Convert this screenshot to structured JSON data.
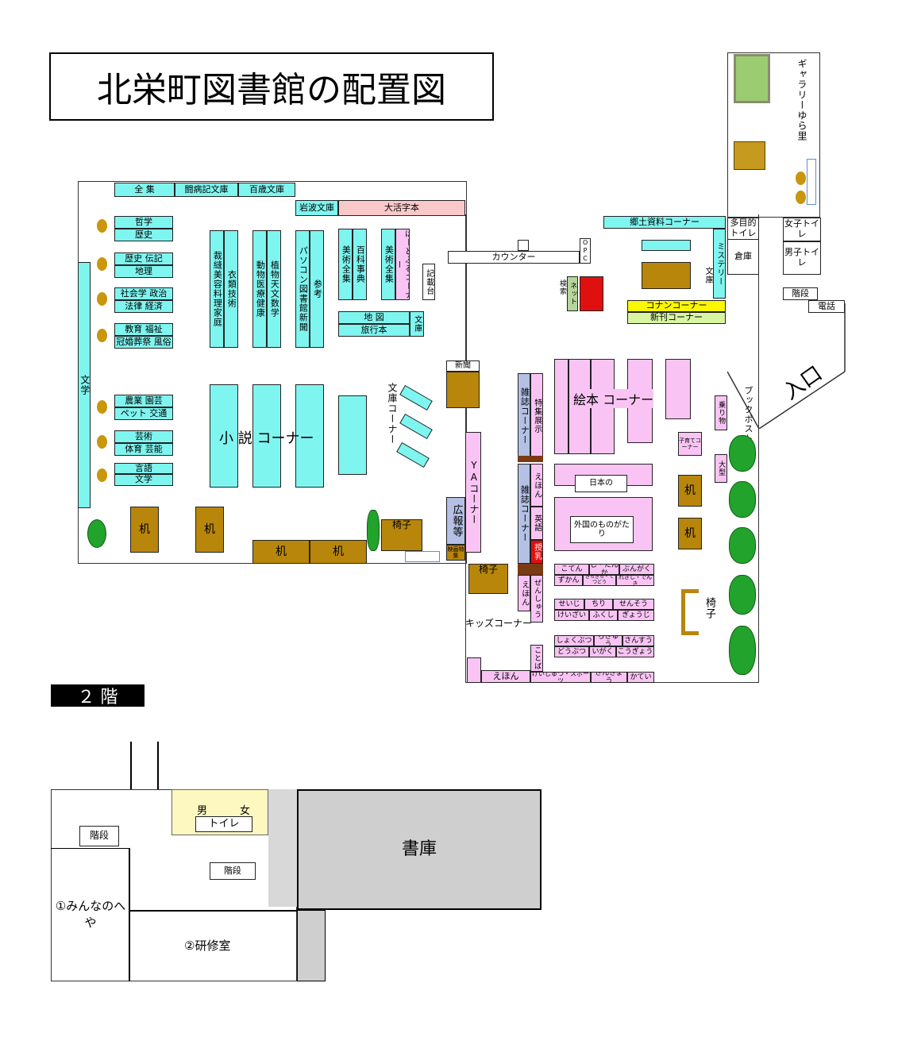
{
  "title": "北栄町図書館の配置図",
  "floor2_label": "２ 階",
  "entrance": "入口",
  "gallery": "ギャラリーゆら里",
  "shelves": {
    "zenshu": "全 集",
    "toubyouki": "闘病記文庫",
    "hyakusai": "百歳文庫",
    "iwanami": "岩波文庫",
    "daikatsuji": "大活字本",
    "tetsugaku": "哲学",
    "rekishi": "歴史",
    "rekishi_denki": "歴史 伝記",
    "chiri": "地理",
    "shakai": "社会学 政治",
    "houritsu": "法律 経済",
    "kyouiku": "教育 福祉",
    "kankon": "冠婚葬祭 風俗",
    "bungaku_v": "文学",
    "nougyou": "農業 園芸",
    "pet": "ペット 交通",
    "geijutsu": "芸術",
    "taiiku": "体育 芸能",
    "gengo": "言語",
    "bungaku": "文学",
    "saihou": "裁縫美容料理家庭",
    "irui": "衣類技術",
    "dobutsu": "動物医療健康",
    "shokubutsu": "植物天文数学",
    "pasokon": "パソコン図書館新聞",
    "sankou": "参考",
    "bijutsu1": "美術全集",
    "hyakka": "百科事典",
    "bijutsu2": "美術全集",
    "hearful": "はーとふるコーナー",
    "kisaidai": "記載台",
    "chizu": "地 図",
    "ryokou": "旅行本",
    "bunko": "文庫",
    "shousetsu": "小 説 コーナー",
    "bunko_corner": "文庫コーナー",
    "counter": "カウンター",
    "opc": "OPC",
    "kensaku": "検索",
    "net": "ネット",
    "kyodo": "郷土資料コーナー",
    "mystery": "ミステリー",
    "bunko2": "文庫",
    "conan": "コナンコーナー",
    "shinkan": "新刊コーナー",
    "tamokuteki": "多目的トイレ",
    "souko": "倉庫",
    "joshi": "女子トイレ",
    "danshi": "男子トイレ",
    "kaidan": "階段",
    "denwa": "電話",
    "shinbun": "新聞",
    "ya": "YAコーナー",
    "kouhou": "広報等",
    "eiga": "映画特集",
    "zasshi1": "雑誌コーナー",
    "zasshi2": "雑誌コーナー",
    "tokushu": "特集展示",
    "ehon_v": "えほん",
    "eigo": "英語",
    "junyu": "授乳",
    "zenshu2": "ぜんしゅう",
    "kotoba": "ことば",
    "ehon_corner": "絵本 コーナー",
    "nihon": "日本の",
    "gaikoku": "外国のものがたり",
    "kosodate": "子育てコーナー",
    "norimono": "乗り物",
    "ogata": "大型",
    "post": "ブックポスト",
    "kids": "キッズコーナー",
    "ehon_bottom": "えほん",
    "r1": [
      "こてん",
      "し・たんか",
      "ぶんがく"
    ],
    "r2": [
      "ずかん",
      "きらきら・てつどう",
      "れきし・でんき"
    ],
    "r3": [
      "せいじ",
      "ちり",
      "せんそう"
    ],
    "r4": [
      "けいざい",
      "ふくし",
      "ぎょうじ"
    ],
    "r5": [
      "しょくぶつ",
      "ちきゅう",
      "さんすう"
    ],
    "r6": [
      "どうぶつ",
      "いがく",
      "こうぎょう"
    ],
    "r7": [
      "げいじゅつ・スポーツ",
      "さんぎょう",
      "かてい"
    ]
  },
  "furniture": {
    "desk": "机",
    "chair": "椅子"
  },
  "floor2": {
    "kaidan": "階段",
    "otoko": "男",
    "onna": "女",
    "toilet": "トイレ",
    "shoko": "書庫",
    "minna": "①みんなのへや",
    "kenshu": "②研修室"
  }
}
